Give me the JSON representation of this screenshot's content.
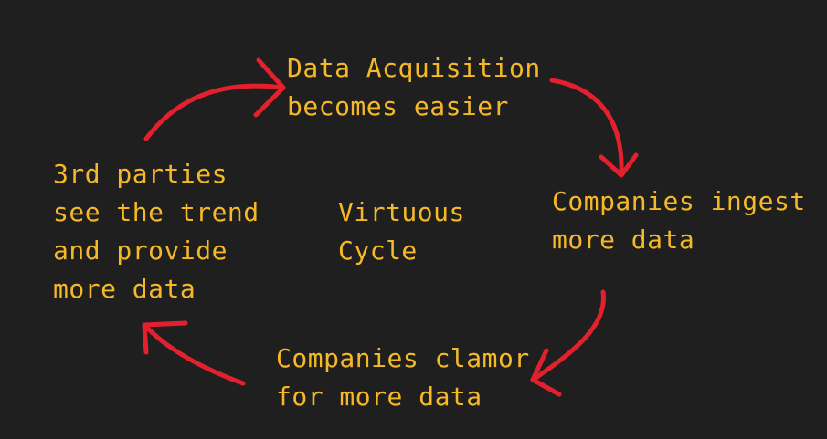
{
  "diagram": {
    "nodes": {
      "top": [
        "Data Acquisition",
        "becomes easier"
      ],
      "right": [
        "Companies ingest",
        "more data"
      ],
      "bottom": [
        "Companies clamor",
        "for more data"
      ],
      "left": [
        "3rd parties",
        "see the trend",
        "and provide",
        "more data"
      ],
      "center": [
        "Virtuous",
        "Cycle"
      ]
    },
    "colors": {
      "background": "#1f1f1f",
      "text": "#f5b928",
      "arrow": "#e5202e"
    }
  }
}
